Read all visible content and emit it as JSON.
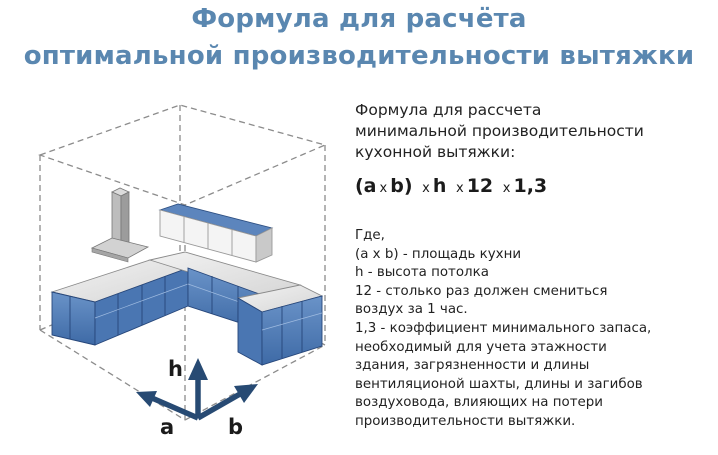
{
  "header": {
    "title_line1": "Формула для расчёта",
    "title_line2": "оптимальной производительности вытяжки"
  },
  "formula_panel": {
    "intro_lines": [
      "Формула для рассчета",
      "минимальной производительности",
      "кухонной вытяжки:"
    ],
    "formula": {
      "a": "(a",
      "op1": "x",
      "b": "b)",
      "op2": "x",
      "h": "h",
      "op3": "x",
      "n1": "12",
      "op4": "x",
      "n2": "1,3"
    },
    "legend_lines": [
      "Где,",
      "(а х b) - площадь кухни",
      "h - высота потолка",
      "12 - столько раз должен смениться",
      "воздух за 1 час.",
      "1,3 - коэффициент минимального запаса,",
      "необходимый для учета этажности",
      "здания, загрязненности и длины",
      "вентиляционой шахты, длины и загибов",
      "воздуховода, влияющих на потери",
      "производительности вытяжки."
    ]
  },
  "illustration": {
    "axis_labels": {
      "h": "h",
      "a": "a",
      "b": "b"
    },
    "colors": {
      "cabinet": "#4f79b4",
      "cabinet_dark": "#2f5188",
      "arrow": "#274a73",
      "title": "#5a87b0"
    }
  }
}
